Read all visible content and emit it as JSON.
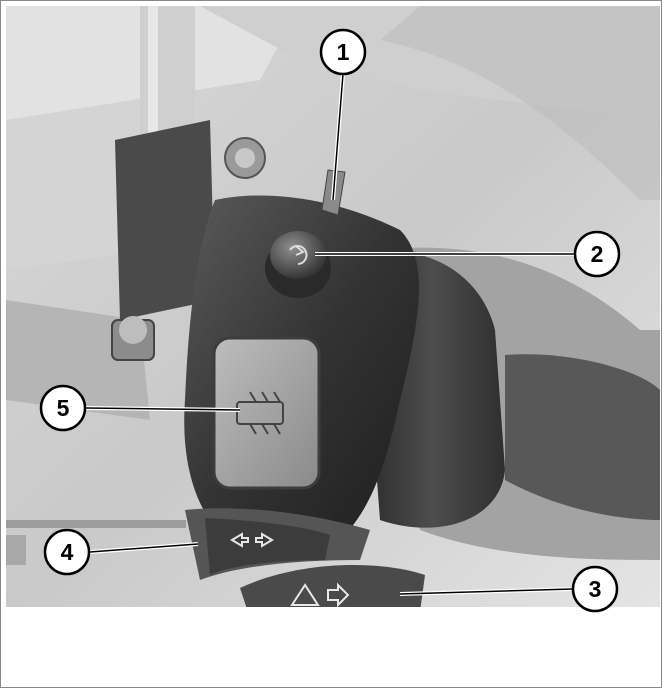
{
  "callouts": [
    {
      "id": "1",
      "label": "1"
    },
    {
      "id": "2",
      "label": "2"
    },
    {
      "id": "3",
      "label": "3"
    },
    {
      "id": "4",
      "label": "4"
    },
    {
      "id": "5",
      "label": "5"
    }
  ],
  "colors": {
    "background": "#ffffff",
    "photo_light": "#dcdcdc",
    "housing_dark": "#3a3a3a",
    "callout_circle": "#ffffff",
    "callout_stroke": "#000000"
  },
  "icons": [
    "heated-grip-icon",
    "hazard-warning-icon",
    "turn-signal-icon",
    "cruise-control-icon"
  ]
}
